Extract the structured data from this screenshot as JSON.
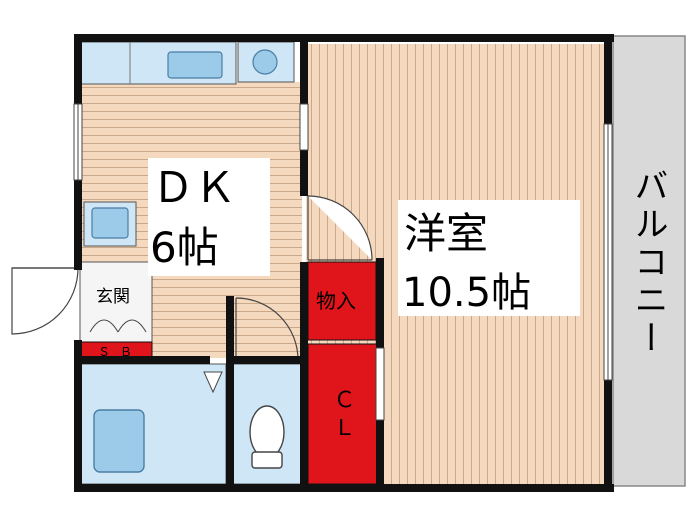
{
  "rooms": {
    "dk_name": "ＤＫ",
    "dk_size": "6帖",
    "western_name": "洋室",
    "western_size": "10.5帖",
    "storage": "物入",
    "closet": "ＣＬ",
    "entrance": "玄関",
    "shoe_box": "ＳＢ",
    "balcony": "バルコニー"
  },
  "colors": {
    "wall": "#111111",
    "floor_wood": "#f4d9bf",
    "floor_line": "#c9a98a",
    "wet_area": "#cfe6f7",
    "fixture": "#9ccbe9",
    "storage_red": "#e0141b",
    "balcony": "#d9d9d9"
  }
}
